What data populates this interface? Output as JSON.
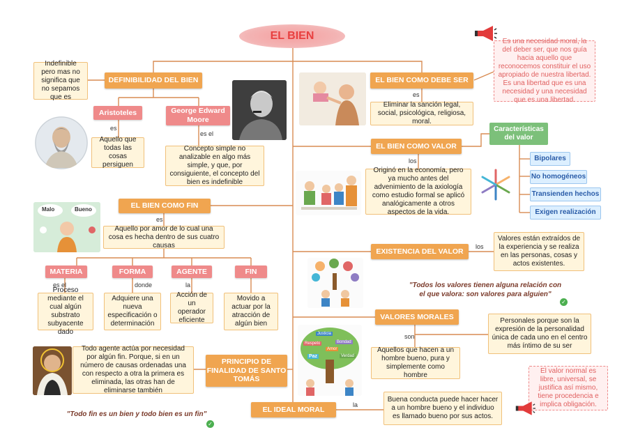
{
  "title": "EL BIEN",
  "sections": {
    "definibilidad": {
      "header": "DEFINIBILIDAD DEL BIEN",
      "note": "Indefinible pero mas no significa que no sepamos que es",
      "aristoteles": {
        "label": "Aristoteles",
        "conn": "es",
        "text": "Aquello que todas las cosas persiguen"
      },
      "moore": {
        "label": "George Edward Moore",
        "conn": "es el",
        "text": "Concepto simple no analizable en algo más simple, y que, por consiguiente, el concepto del bien es indefinible"
      }
    },
    "debe_ser": {
      "header": "EL BIEN COMO DEBE SER",
      "conn": "es",
      "text": "Eliminar la sanción legal, social, psicológica, religiosa, moral.",
      "note": "Es una necesidad moral, la del deber ser, que nos guía hacia aquello que reconocemos constituir el uso apropiado de nuestra libertad. Es una libertad que es una necesidad y una necesidad que es una libertad."
    },
    "valor": {
      "header": "EL BIEN COMO VALOR",
      "conn": "los",
      "text": "Originó en la economía, pero ya mucho antes del advenimiento de la axiología como estudio formal se aplicó analógicamente a otros aspectos de la vida.",
      "caracteristicas": "Características del valor",
      "items": [
        "Bipolares",
        "No homogéneos",
        "Transienden hechos",
        "Exigen realización"
      ]
    },
    "fin": {
      "header": "EL BIEN COMO FIN",
      "conn": "es",
      "text": "Aquello por amor de lo cual una cosa es hecha dentro de sus cuatro causas",
      "bubble_malo": "Malo",
      "bubble_bueno": "Bueno",
      "causas": [
        {
          "label": "MATERIA",
          "conn": "es el",
          "text": "Proceso mediante el cual algún substrato subyacente dado"
        },
        {
          "label": "FORMA",
          "conn": "donde",
          "text": "Adquiere una nueva especificación o determinación"
        },
        {
          "label": "AGENTE",
          "conn": "la",
          "text": "Acción de un operador eficiente"
        },
        {
          "label": "FIN",
          "conn": "",
          "text": "Movido a actuar por la atracción de algún bien"
        }
      ]
    },
    "existencia": {
      "header": "EXISTENCIA DEL VALOR",
      "conn": "los",
      "text": "Valores están extraídos de la experiencia y se realiza en las personas, cosas y actos existentes.",
      "quote": "\"Todos los valores tienen alguna relación con el que valora: son valores para alguien\""
    },
    "morales": {
      "header": "VALORES MORALES",
      "conn": "son",
      "text": "Aquellos que hacen a un hombre bueno, pura y simplemente como hombre",
      "note": "Personales porque son la expresión de la personalidad única de cada uno en el centro más íntimo de su ser",
      "tree_labels": [
        "Justicia",
        "Respeto",
        "Bondad",
        "Amor",
        "Paz",
        "Verdad"
      ]
    },
    "finalidad": {
      "header": "PRINCIPIO DE FINALIDAD DE SANTO TOMÁS",
      "text": "Todo agente actúa por necesidad por algún fin. Porque, si en un número de causas ordenadas una con respecto a otra la primera es eliminada, las otras han de eliminarse también",
      "quote": "\"Todo fin es un bien y todo bien es un fin\""
    },
    "ideal": {
      "header": "EL IDEAL MORAL",
      "conn": "la",
      "text": "Buena conducta puede hacer hacer a un hombre bueno y el individuo es llamado bueno por sus actos.",
      "note": "El valor normal es libre, universal, se justifica así mismo, tiene procedencia e implica obligación."
    }
  },
  "colors": {
    "header": "#f0a550",
    "subheader": "#ef8a8a",
    "body": "#fff5dc",
    "line": "#d88b52",
    "accent_blue": "#2a5ca8",
    "note_red": "#e06060",
    "green": "#7cc07a"
  }
}
